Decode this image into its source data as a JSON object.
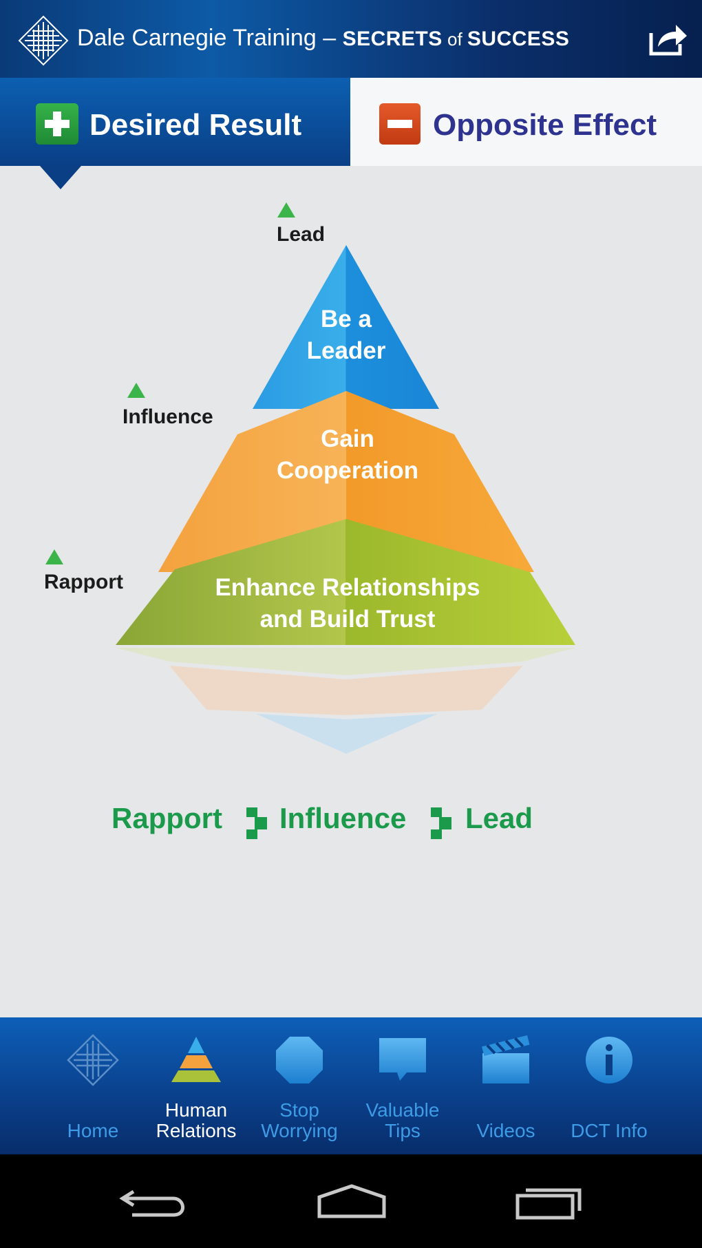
{
  "header": {
    "title_main": "Dale Carnegie Training – ",
    "title_secrets": "SECRETS",
    "title_of": " of ",
    "title_success": "SUCCESS"
  },
  "tabs": [
    {
      "label": "Desired Result",
      "selected": true
    },
    {
      "label": "Opposite Effect",
      "selected": false
    }
  ],
  "pyramid": {
    "levels": [
      {
        "text_line1": "Be a",
        "text_line2": "Leader",
        "side_label": "Lead",
        "color": "#2fa3e6"
      },
      {
        "text_line1": "Gain",
        "text_line2": "Cooperation",
        "side_label": "Influence",
        "color": "#f4a53a"
      },
      {
        "text_line1": "Enhance Relationships",
        "text_line2": "and Build Trust",
        "side_label": "Rapport",
        "color": "#a9c23a"
      }
    ]
  },
  "legend": {
    "items": [
      "Rapport",
      "Influence",
      "Lead"
    ],
    "color": "#1a9a4a"
  },
  "nav": {
    "items": [
      {
        "line1": "",
        "line2": "Home",
        "icon": "home-logo-icon",
        "active": false
      },
      {
        "line1": "Human",
        "line2": "Relations",
        "icon": "pyramid-icon",
        "active": true
      },
      {
        "line1": "Stop",
        "line2": "Worrying",
        "icon": "octagon-icon",
        "active": false
      },
      {
        "line1": "Valuable",
        "line2": "Tips",
        "icon": "speech-bubble-icon",
        "active": false
      },
      {
        "line1": "",
        "line2": "Videos",
        "icon": "clapperboard-icon",
        "active": false
      },
      {
        "line1": "",
        "line2": "DCT Info",
        "icon": "info-icon",
        "active": false
      }
    ]
  },
  "system_nav": [
    "back-icon",
    "home-icon",
    "recents-icon"
  ]
}
